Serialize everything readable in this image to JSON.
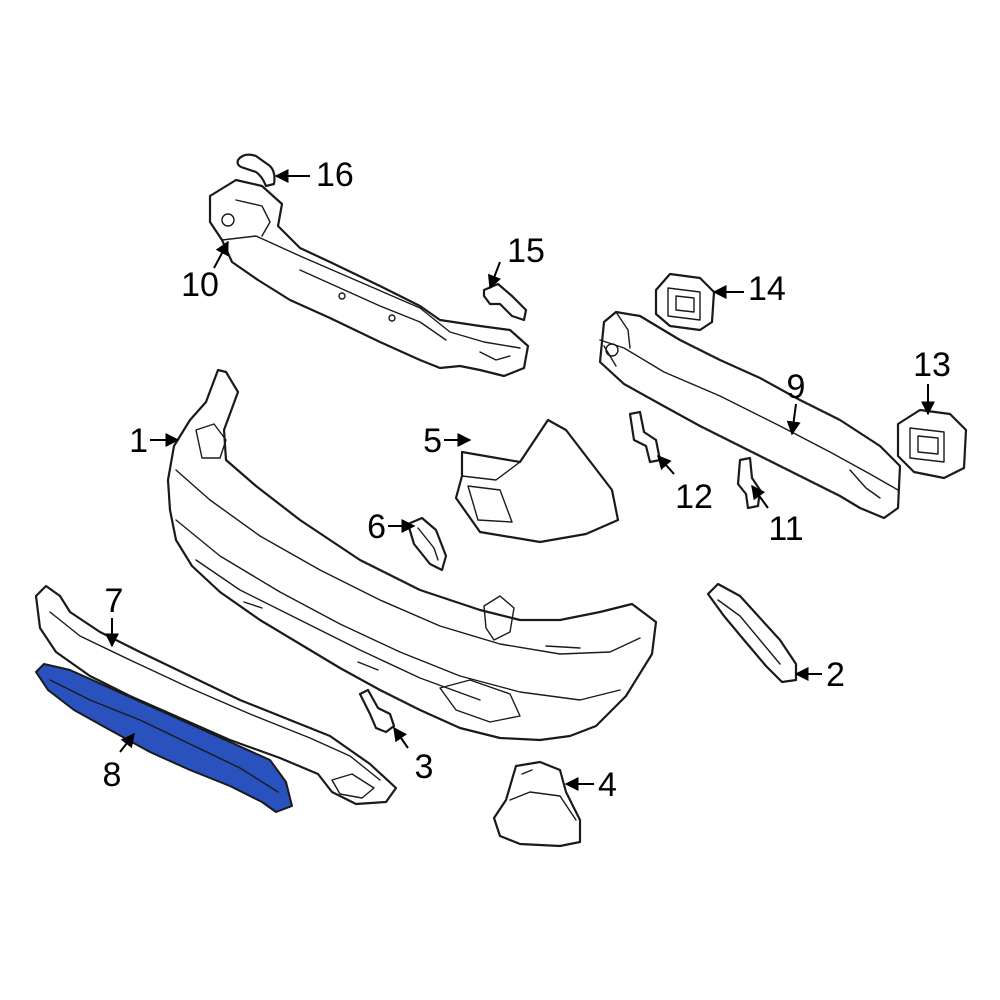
{
  "highlight_color": "#2a52be",
  "highlighted_part": "8",
  "callouts": [
    {
      "id": "1",
      "label": "1"
    },
    {
      "id": "2",
      "label": "2"
    },
    {
      "id": "3",
      "label": "3"
    },
    {
      "id": "4",
      "label": "4"
    },
    {
      "id": "5",
      "label": "5"
    },
    {
      "id": "6",
      "label": "6"
    },
    {
      "id": "7",
      "label": "7"
    },
    {
      "id": "8",
      "label": "8"
    },
    {
      "id": "9",
      "label": "9"
    },
    {
      "id": "10",
      "label": "10"
    },
    {
      "id": "11",
      "label": "11"
    },
    {
      "id": "12",
      "label": "12"
    },
    {
      "id": "13",
      "label": "13"
    },
    {
      "id": "14",
      "label": "14"
    },
    {
      "id": "15",
      "label": "15"
    },
    {
      "id": "16",
      "label": "16"
    }
  ]
}
